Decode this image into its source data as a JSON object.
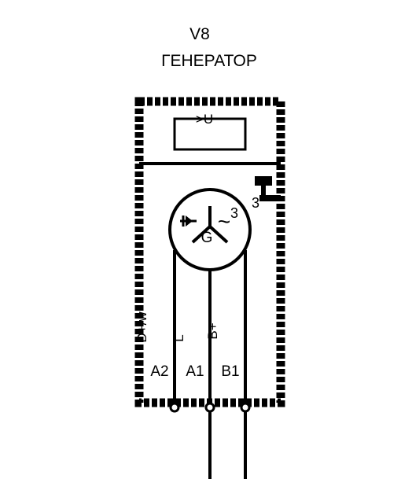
{
  "header": {
    "code": "V8",
    "title": "ГЕНЕРАТОР"
  },
  "regulator": {
    "label": ">U"
  },
  "generator": {
    "phase_count": "3",
    "phase_symbol": "~",
    "letter": "G"
  },
  "connector_marker": "3",
  "pins": [
    {
      "signal": "D+/w",
      "terminal": "A2"
    },
    {
      "signal": "L",
      "terminal": "A1"
    },
    {
      "signal": "B+",
      "terminal": "B1"
    }
  ]
}
